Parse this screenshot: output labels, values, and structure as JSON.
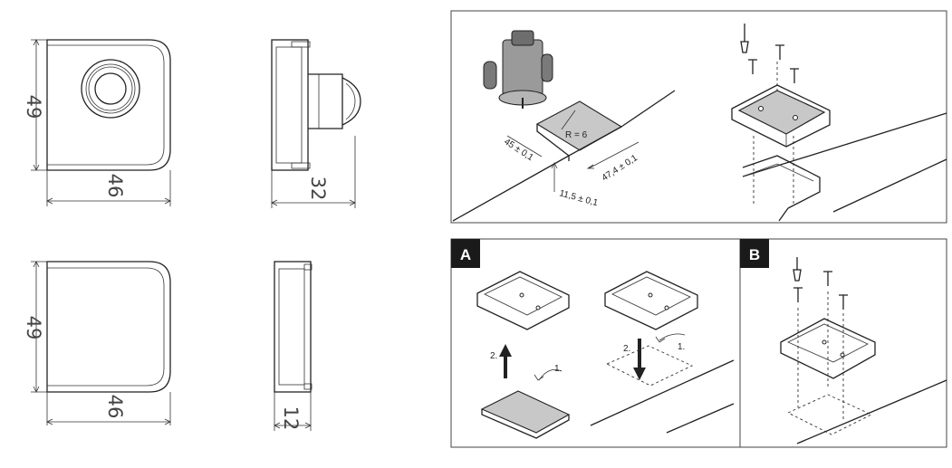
{
  "drawings": {
    "front_top": {
      "height_label": "49",
      "width_label": "46"
    },
    "side_top": {
      "depth_label": "32"
    },
    "front_bottom": {
      "height_label": "49",
      "width_label": "46"
    },
    "side_bottom": {
      "depth_label": "12"
    }
  },
  "cutout_panel": {
    "radius_label": "R = 6",
    "dim_left": "45 ± 0,1",
    "dim_right": "47,4 ± 0,1",
    "dim_depth": "11,5 ± 0,1"
  },
  "panel_a": {
    "badge": "A",
    "step1": "1.",
    "step2": "2.",
    "step1_b": "1.",
    "step2_b": "2."
  },
  "panel_b": {
    "badge": "B"
  },
  "colors": {
    "line": "#222222",
    "badge_bg": "#1a1a1a",
    "shade": "#c8c8c8"
  }
}
